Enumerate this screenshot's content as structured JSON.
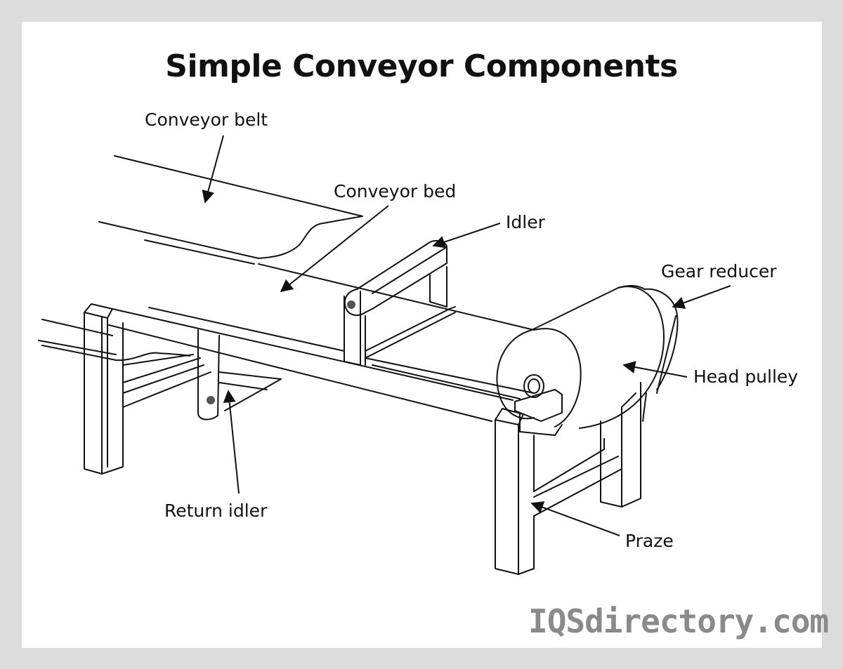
{
  "title": "Simple Conveyor Components",
  "labels": {
    "conveyor_belt": "Conveyor belt",
    "conveyor_bed": "Conveyor bed",
    "idler": "Idler",
    "gear_reducer": "Gear reducer",
    "head_pulley": "Head pulley",
    "return_idler": "Return idler",
    "frame": "Praze"
  },
  "watermark": "IQSdirectory.com",
  "colors": {
    "background": "#dcdcdc",
    "canvas": "#ffffff",
    "line": "#111111",
    "watermark": "#8a8a8a"
  }
}
